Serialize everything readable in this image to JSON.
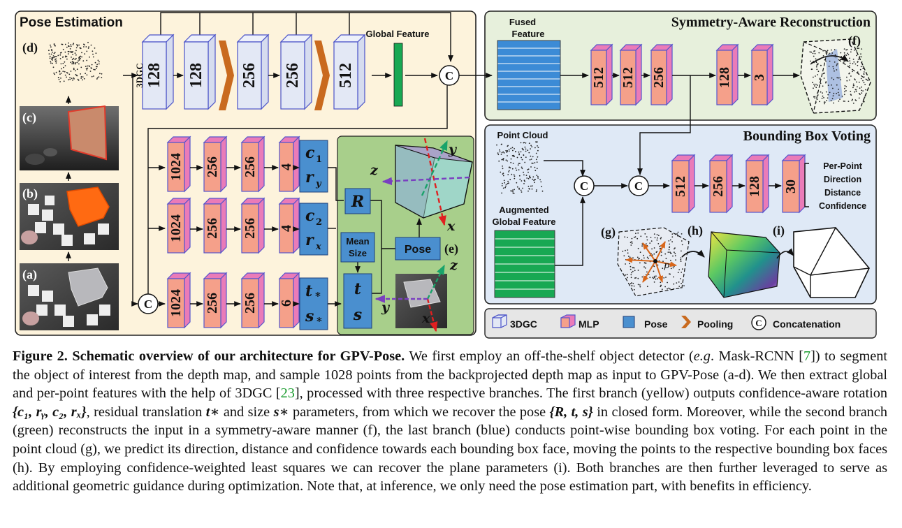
{
  "panels": {
    "pose": "Pose Estimation",
    "sar": "Symmetry-Aware Reconstruction",
    "bbv": "Bounding Box Voting"
  },
  "labels": {
    "dgc3": "3DGC",
    "global_feature": "Global Feature",
    "fused_line1": "Fused",
    "fused_line2": "Feature",
    "point_cloud": "Point Cloud",
    "aug_line1": "Augmented",
    "aug_line2": "Global Feature",
    "concat": "C",
    "mean_line1": "Mean",
    "mean_line2": "Size",
    "pose_box": "Pose",
    "R": "R",
    "t": "t",
    "s": "s",
    "c1": "c",
    "c1_sub": "1",
    "ry": "r",
    "ry_sub": "y",
    "c2": "c",
    "c2_sub": "2",
    "rx": "r",
    "rx_sub": "x",
    "tstar": "t",
    "sstar": "s",
    "star": "*",
    "axis_x": "x",
    "axis_y": "y",
    "axis_z": "z",
    "p": "p"
  },
  "sublabels": {
    "a": "(a)",
    "b": "(b)",
    "c": "(c)",
    "d": "(d)",
    "e": "(e)",
    "f": "(f)",
    "g": "(g)",
    "h": "(h)",
    "i": "(i)"
  },
  "encoder_blocks": [
    "128",
    "128",
    "256",
    "256",
    "512"
  ],
  "branch_rows": [
    [
      "1024",
      "256",
      "256",
      "4"
    ],
    [
      "1024",
      "256",
      "256",
      "4"
    ],
    [
      "1024",
      "256",
      "256",
      "6"
    ]
  ],
  "sar_blocks": [
    "512",
    "512",
    "256",
    "128",
    "3"
  ],
  "bbv_blocks": [
    "512",
    "256",
    "128",
    "30"
  ],
  "bbv_outputs": [
    "Per-Point",
    "Direction",
    "Distance",
    "Confidence"
  ],
  "legend": {
    "dgc3": "3DGC",
    "mlp": "MLP",
    "pose": "Pose",
    "pooling": "Pooling",
    "concat": "Concatenation"
  },
  "colors": {
    "pose_bg": "#fdf3dc",
    "sar_bg": "#e7f0dc",
    "bbv_bg": "#dfe9f6",
    "legend_bg": "#e6e6e6",
    "green_panel": "#a8cf8b",
    "dgc_fill": "#e3e8f5",
    "dgc_top": "#eef1fa",
    "dgc_edge": "#4a52c8",
    "mlp_front": "#f5a08a",
    "mlp_side": "#ea7bb8",
    "mlp_edge": "#5555cc",
    "pose_fill": "#4a8fcf",
    "pool": "#c96a1e",
    "feat_green": "#18a853",
    "fused_blue": "#3c8bd6"
  },
  "caption": {
    "fig": "Figure 2.",
    "title": "Schematic overview of our architecture for GPV-Pose.",
    "p1": "We first employ an off-the-shelf object detector (",
    "eg": "e.g",
    "p2": ". Mask-RCNN [",
    "ref7": "7",
    "p3": "]) to segment the object of interest from the depth map, and sample 1028 points from the backprojected depth map as input to GPV-Pose (a-d). We then extract global and per-point features with the help of 3DGC [",
    "ref23": "23",
    "p4": "], processed with three respective branches. The first branch (yellow) outputs confidence-aware rotation ",
    "m1": "{c₁, rᵧ, c₂, rₓ}",
    "p5": ", residual translation ",
    "m2": "t∗",
    "p6": " and size ",
    "m3": "s∗",
    "p7": " parameters, from which we recover the pose ",
    "m4": "{R, t, s}",
    "p8": " in closed form. Moreover, while the second branch (green) reconstructs the input in a symmetry-aware manner (f), the last branch (blue) conducts point-wise bounding box voting. For each point in the point cloud (g), we predict its direction, distance and confidence towards each bounding box face, moving the points to the respective bounding box faces (h). By employing confidence-weighted least squares we can recover the plane parameters (i). Both branches are then further leveraged to serve as additional geometric guidance during optimization. Note that, at inference, we only need the pose estimation part, with benefits in efficiency."
  }
}
